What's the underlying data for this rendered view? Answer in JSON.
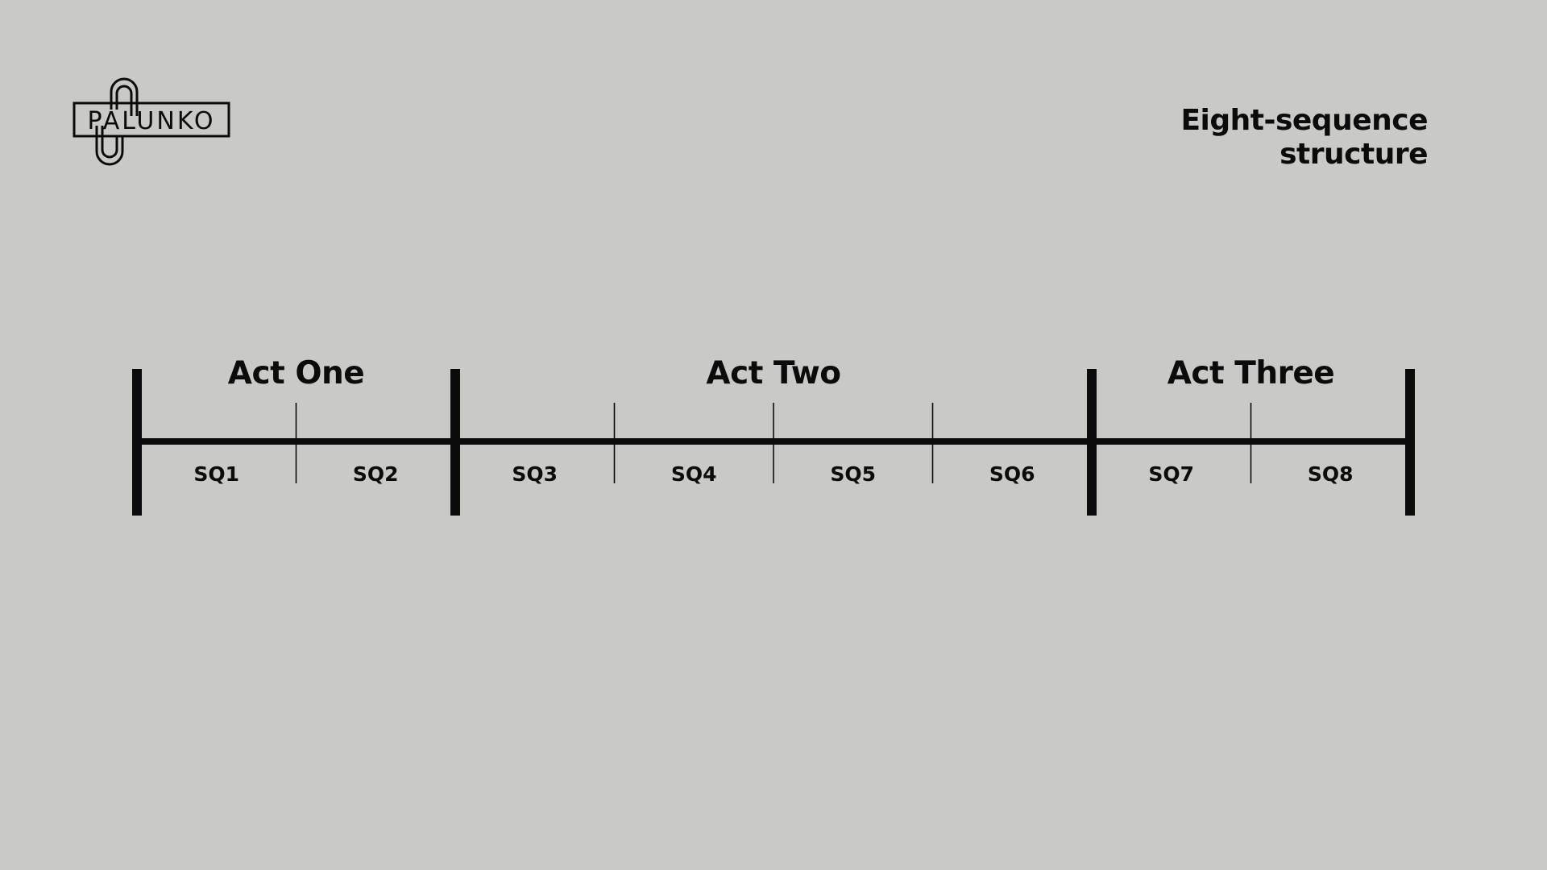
{
  "brand": {
    "name": "PALUNKO",
    "letters": [
      "P",
      "A",
      "L",
      "U",
      "N",
      "K",
      "O"
    ]
  },
  "header": {
    "title_line1": "Eight-sequence",
    "title_line2": "structure"
  },
  "acts": [
    {
      "label": "Act One",
      "sequences": [
        "SQ1",
        "SQ2"
      ]
    },
    {
      "label": "Act Two",
      "sequences": [
        "SQ3",
        "SQ4",
        "SQ5",
        "SQ6"
      ]
    },
    {
      "label": "Act Three",
      "sequences": [
        "SQ7",
        "SQ8"
      ]
    }
  ],
  "colors": {
    "background": "#c9cac5",
    "ink": "#0b0b0b"
  }
}
